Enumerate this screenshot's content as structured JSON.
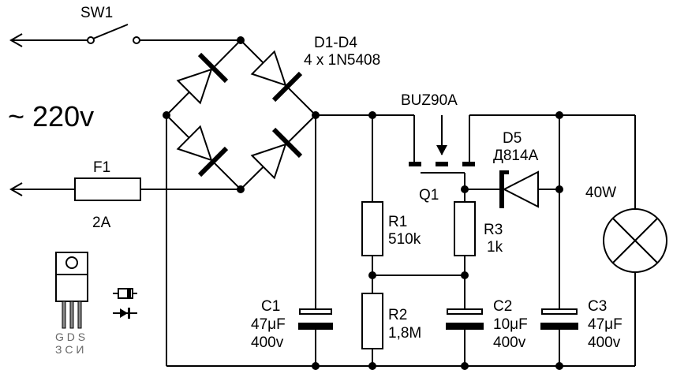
{
  "labels": {
    "sw1": "SW1",
    "diodes": "D1-D4",
    "diodes_part": "4 x 1N5408",
    "mains": "~ 220v",
    "fuse": "F1",
    "fuse_value": "2A",
    "transistor_part": "BUZ90A",
    "transistor": "Q1",
    "zener": "D5",
    "zener_part": "Д814A",
    "lamp": "40W",
    "r1": "R1",
    "r1_value": "510k",
    "r2": "R2",
    "r2_value": "1,8M",
    "r3": "R3",
    "r3_value": "1k",
    "c1": "C1",
    "c1_value": "47μF",
    "c1_voltage": "400v",
    "c2": "C2",
    "c2_value": "10μF",
    "c2_voltage": "400v",
    "c3": "C3",
    "c3_value": "47μF",
    "c3_voltage": "400v",
    "pin_gds": "G D S",
    "pin_zsi": "З С И"
  }
}
